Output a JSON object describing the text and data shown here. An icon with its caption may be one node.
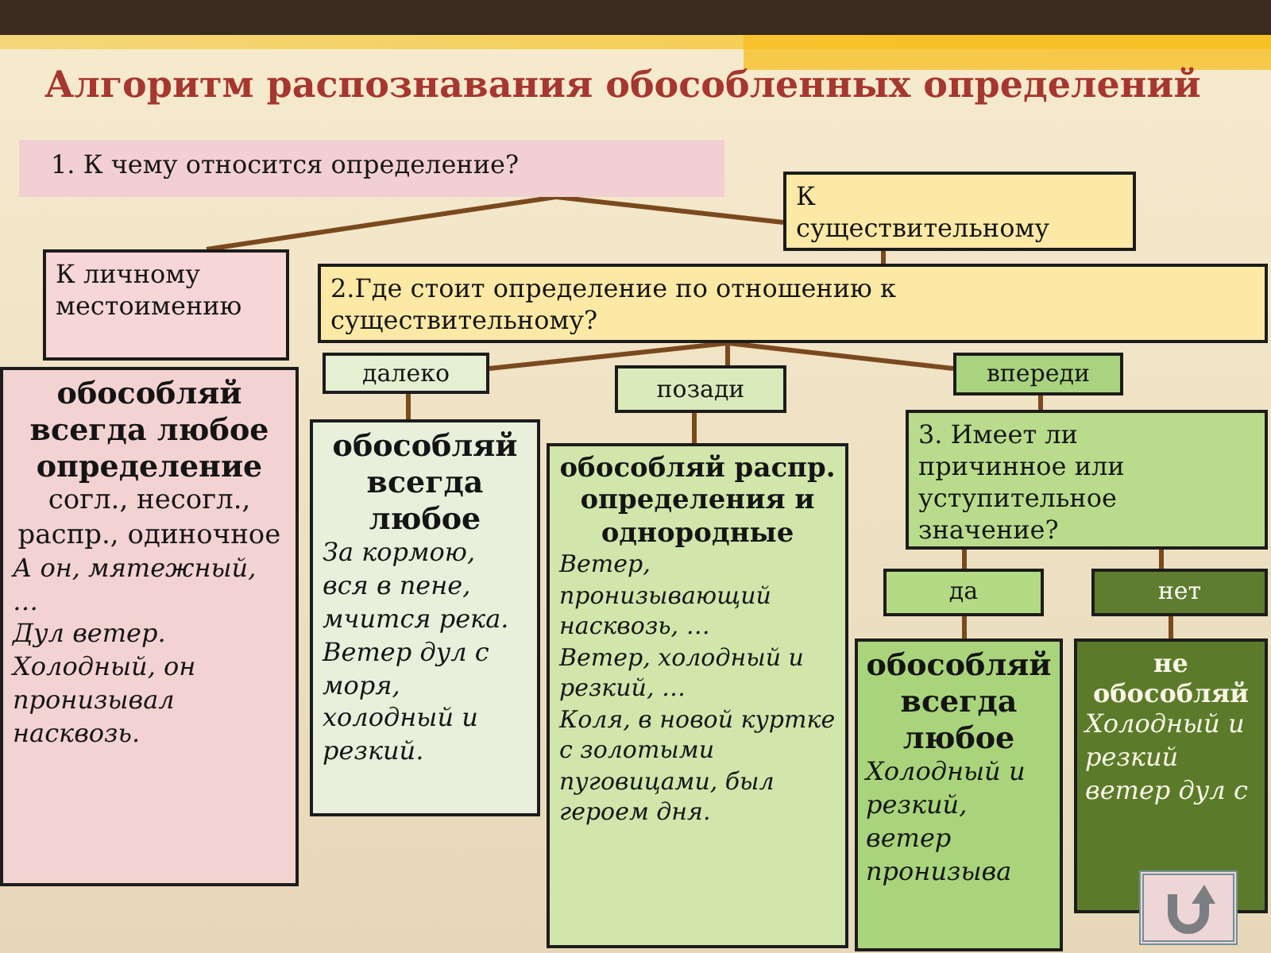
{
  "diagram": {
    "title": "Алгоритм распознавания обособленных определений",
    "nodes": [
      {
        "text": [
          "1. К чему относится определение?"
        ]
      },
      {
        "text": [
          "К личному местоимению"
        ]
      },
      {
        "text": [
          "К существительному"
        ]
      },
      {
        "text": [
          "2.Где стоит определение по отношению к существительному?"
        ]
      },
      {
        "text": [
          "обособляй всегда любое определение",
          "согл., несогл., распр., одиночное",
          "А он, мятежный, …",
          "Дул ветер. Холодный, он пронизывал насквозь."
        ]
      },
      {
        "text": [
          "далеко"
        ]
      },
      {
        "text": [
          "позади"
        ]
      },
      {
        "text": [
          "впереди"
        ]
      },
      {
        "text": [
          "обособляй всегда любое",
          "За кормою, вся в пене, мчится река.",
          "Ветер дул с моря, холодный и резкий."
        ]
      },
      {
        "text": [
          "обособляй распр. определения и однородные",
          "Ветер, пронизывающий насквозь, …",
          "Ветер, холодный и резкий, …",
          "Коля, в новой куртке с золотыми пуговицами, был героем дня."
        ]
      },
      {
        "text": [
          "3. Имеет ли причинное или уступительное значение?"
        ]
      },
      {
        "text": [
          "да"
        ]
      },
      {
        "text": [
          "нет"
        ]
      },
      {
        "text": [
          "обособляй всегда любое",
          "Холодный и резкий, ветер пронизыва"
        ]
      },
      {
        "text": [
          "не обособляй",
          "Холодный и резкий ветер дул с"
        ]
      }
    ],
    "edges": [
      {
        "from": 0,
        "to": 1,
        "arrow": "none"
      },
      {
        "from": 0,
        "to": 2,
        "arrow": "none"
      },
      {
        "from": 2,
        "to": 3,
        "arrow": "none"
      },
      {
        "from": 3,
        "to": 5,
        "arrow": "none"
      },
      {
        "from": 3,
        "to": 6,
        "arrow": "none"
      },
      {
        "from": 3,
        "to": 7,
        "arrow": "none"
      },
      {
        "from": 5,
        "to": 8,
        "arrow": "none"
      },
      {
        "from": 6,
        "to": 9,
        "arrow": "none"
      },
      {
        "from": 7,
        "to": 10,
        "arrow": "none"
      },
      {
        "from": 10,
        "to": 11,
        "arrow": "none"
      },
      {
        "from": 10,
        "to": 12,
        "arrow": "none"
      },
      {
        "from": 11,
        "to": 13,
        "arrow": "none"
      },
      {
        "from": 12,
        "to": 14,
        "arrow": "none"
      }
    ]
  }
}
